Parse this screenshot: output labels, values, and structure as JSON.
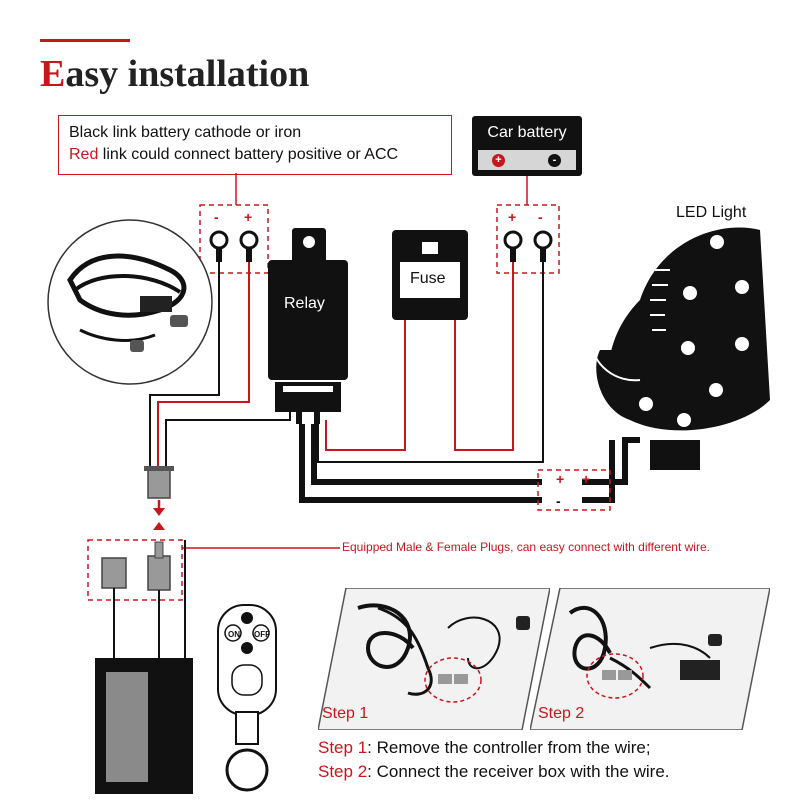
{
  "title": {
    "first_letter": "E",
    "rest": "asy installation"
  },
  "note": {
    "line1": "Black link battery cathode or iron",
    "line2_red": "Red",
    "line2_rest": " link could connect battery positive or ACC"
  },
  "battery": {
    "label": "Car battery",
    "pos_symbol": "+",
    "neg_symbol": "-"
  },
  "terminal_signs": {
    "minus": "-",
    "plus": "+"
  },
  "led_light": {
    "label": "LED Light"
  },
  "relay": {
    "label": "Relay"
  },
  "fuse": {
    "label": "Fuse"
  },
  "plugs_note": "Equipped Male & Female Plugs, can easy connect with different wire.",
  "remote": {
    "on_label": "ON",
    "off_label": "OFF"
  },
  "steps": {
    "photo1_label": "Step 1",
    "photo2_label": "Step 2",
    "line1_prefix": "Step 1",
    "line1_text": ": Remove the controller from the wire;",
    "line2_prefix": "Step 2",
    "line2_text": ": Connect the receiver box with the wire."
  },
  "colors": {
    "accent_red": "#c8161d",
    "dark": "#111111"
  }
}
